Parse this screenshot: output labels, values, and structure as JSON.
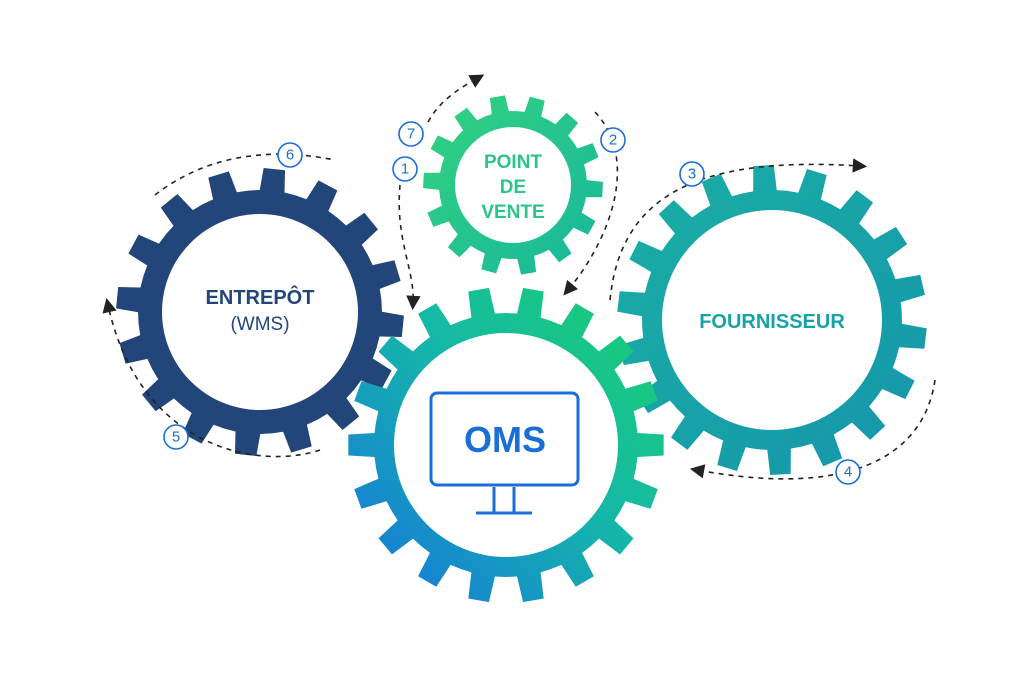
{
  "gears": {
    "entrepot": {
      "line1": "ENTREPÔT",
      "line2": "(WMS)",
      "color": "#22457a"
    },
    "point_de_vente": {
      "line1": "POINT",
      "line2": "DE",
      "line3": "VENTE",
      "color_from": "#2fd08a",
      "color_to": "#1bb89a"
    },
    "fournisseur": {
      "line1": "FOURNISSEUR",
      "color": "#16a3a8"
    },
    "oms": {
      "label": "OMS",
      "color_from": "#1670e0",
      "color_to": "#1ad16a"
    }
  },
  "steps": {
    "s1": "1",
    "s2": "2",
    "s3": "3",
    "s4": "4",
    "s5": "5",
    "s6": "6",
    "s7": "7",
    "color": "#1a6ed8"
  },
  "colors": {
    "oms_monitor": "#1a6ed8",
    "arrow": "#222222"
  },
  "icons": {
    "monitor": "monitor-icon"
  }
}
